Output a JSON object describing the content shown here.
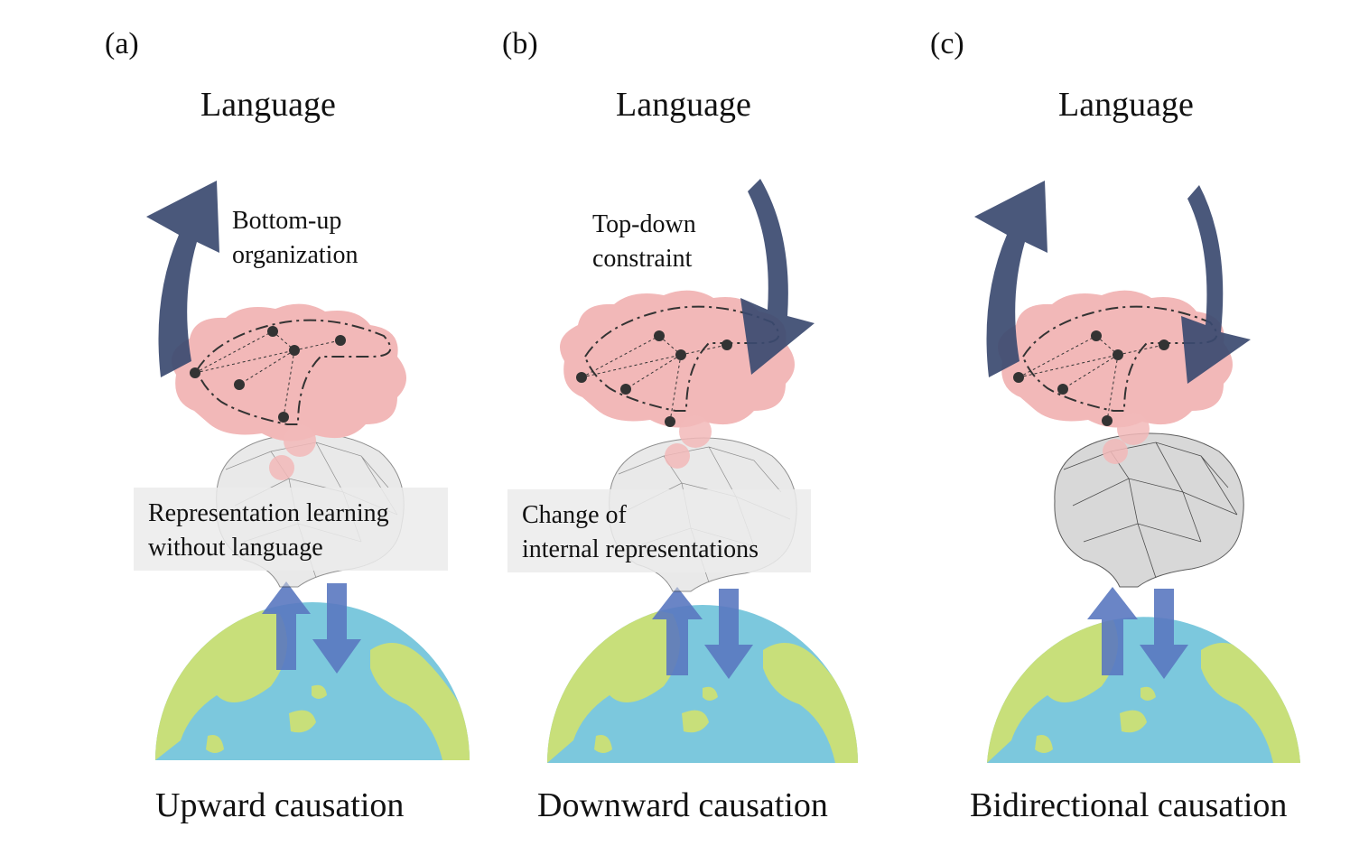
{
  "panels": [
    {
      "letter": "(a)",
      "top_label": "Language",
      "arrow_label_lines": [
        "Bottom-up",
        "organization"
      ],
      "box_lines": [
        "Representation learning",
        "without language"
      ],
      "caption": "Upward causation"
    },
    {
      "letter": "(b)",
      "top_label": "Language",
      "arrow_label_lines": [
        "Top-down",
        "constraint"
      ],
      "box_lines": [
        "Change of",
        "internal representations"
      ],
      "caption": "Downward causation"
    },
    {
      "letter": "(c)",
      "top_label": "Language",
      "caption": "Bidirectional causation"
    }
  ],
  "colors": {
    "big_arrow": "#3b4a70",
    "world_arrow": "#5a78c0",
    "cloud": "#f2b8b8",
    "ocean": "#7cc8dd",
    "land": "#c8df7a",
    "node": "#333333"
  },
  "icons": [
    "upward-curved-arrow",
    "downward-curved-arrow",
    "thought-cloud",
    "wireframe-brain",
    "globe",
    "up-arrow",
    "down-arrow"
  ]
}
